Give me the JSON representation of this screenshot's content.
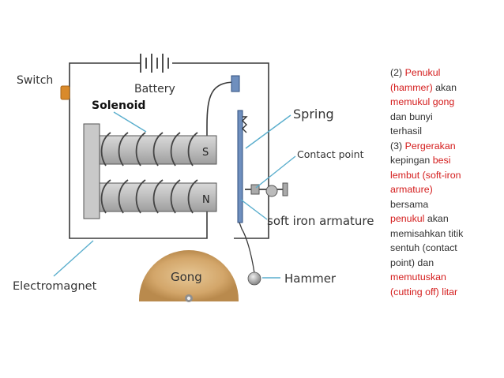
{
  "labels": {
    "switch": "Switch",
    "battery": "Battery",
    "solenoid": "Solenoid",
    "spring": "Spring",
    "contact_point": "Contact point",
    "soft_iron_armature": "soft iron armature",
    "hammer": "Hammer",
    "gong": "Gong",
    "electromagnet": "Electromagnet",
    "pole_s": "S",
    "pole_n": "N"
  },
  "notes": {
    "lines": [
      [
        {
          "t": "(2) ",
          "red": false
        },
        {
          "t": "Penukul",
          "red": true
        }
      ],
      [
        {
          "t": "(hammer)",
          "red": true
        },
        {
          "t": " akan",
          "red": false
        }
      ],
      [
        {
          "t": "memukul gong",
          "red": true
        }
      ],
      [
        {
          "t": "dan bunyi",
          "red": false
        }
      ],
      [
        {
          "t": "terhasil",
          "red": false
        }
      ],
      [
        {
          "t": "(3) ",
          "red": false
        },
        {
          "t": "Pergerakan",
          "red": true
        }
      ],
      [
        {
          "t": "kepingan ",
          "red": false
        },
        {
          "t": "besi",
          "red": true
        }
      ],
      [
        {
          "t": "lembut (soft-iron",
          "red": true
        }
      ],
      [
        {
          "t": "armature)",
          "red": true
        }
      ],
      [
        {
          "t": "bersama",
          "red": false
        }
      ],
      [
        {
          "t": "penukul",
          "red": true
        },
        {
          "t": " akan",
          "red": false
        }
      ],
      [
        {
          "t": "memisahkan titik",
          "red": false
        }
      ],
      [
        {
          "t": "sentuh (contact",
          "red": false
        }
      ],
      [
        {
          "t": "point) dan",
          "red": false
        }
      ],
      [
        {
          "t": "memutuskan",
          "red": true
        }
      ],
      [
        {
          "t": "(cutting off) litar",
          "red": true
        }
      ]
    ]
  },
  "colors": {
    "wire": "#3a3a3a",
    "pointer": "#5aaecd",
    "highlight": "#d41c1c",
    "gong": "#d1a56a",
    "armature": "#6f8fbe",
    "switch": "#d98a2b",
    "core": "#bdbdbd",
    "coil": "#444444"
  }
}
